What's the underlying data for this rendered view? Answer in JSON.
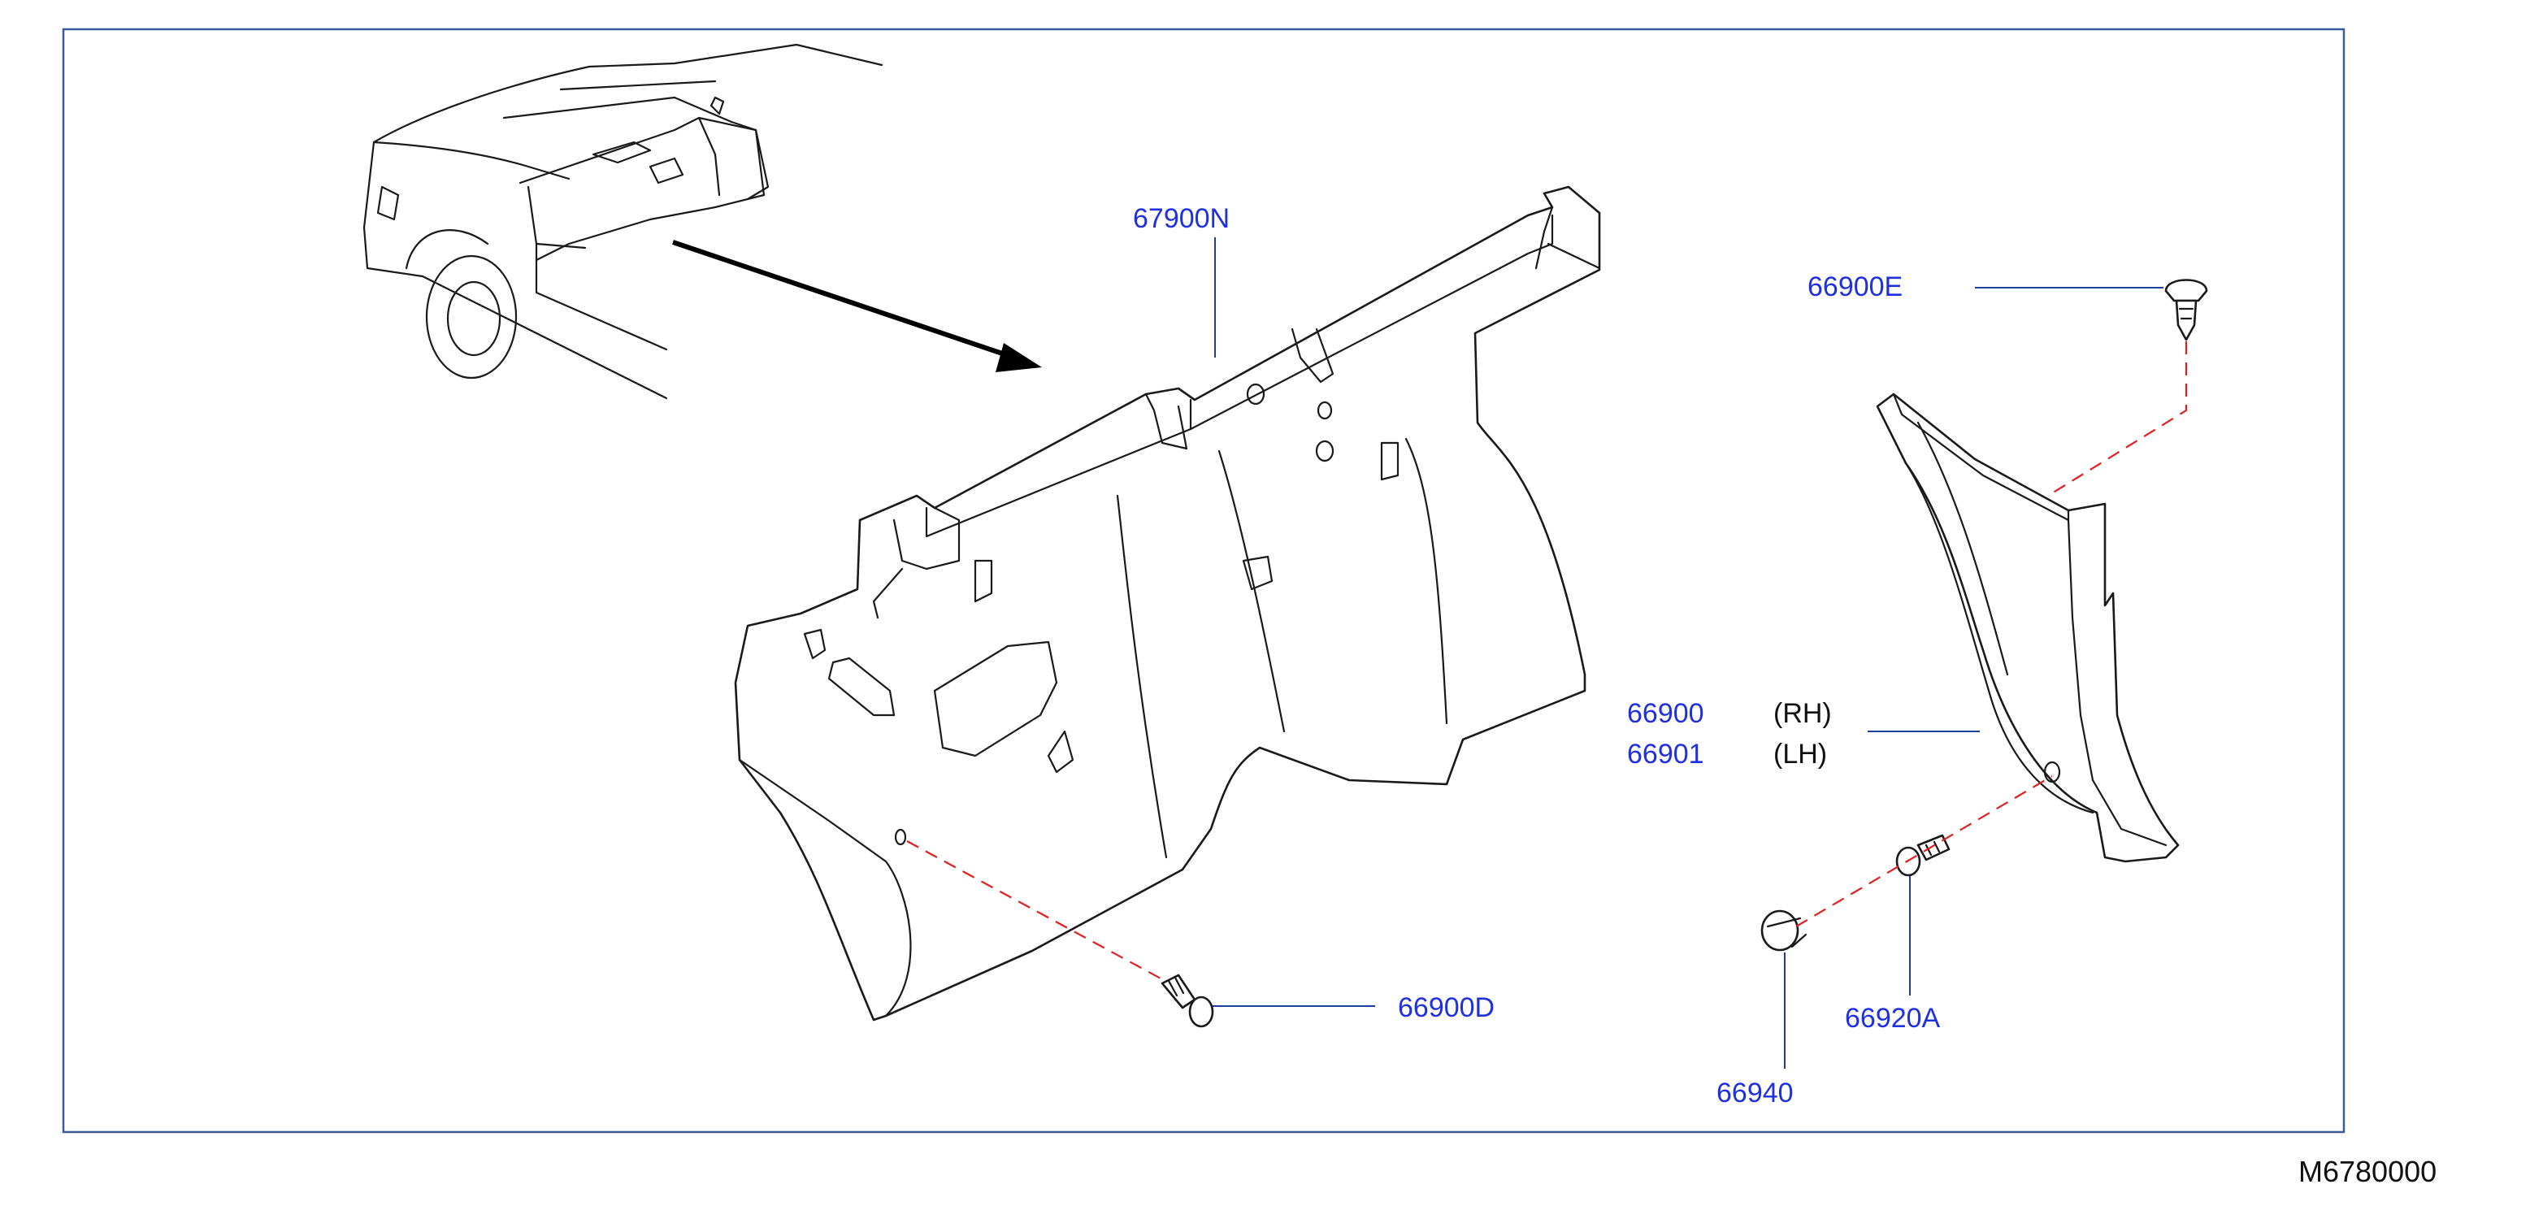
{
  "parts": [
    {
      "number": "67900N"
    },
    {
      "number": "66900E"
    },
    {
      "number": "66900",
      "side": "(RH)"
    },
    {
      "number": "66901",
      "side": "(LH)"
    },
    {
      "number": "66900D"
    },
    {
      "number": "66920A"
    },
    {
      "number": "66940"
    }
  ],
  "diagram_code": "M6780000",
  "colors": {
    "part_number": "#1f30e0",
    "leader_line": "#1e3f9a",
    "frame": "#3a5a9a",
    "fastener_path": "#e02020",
    "line_art": "#1a1a1a"
  }
}
